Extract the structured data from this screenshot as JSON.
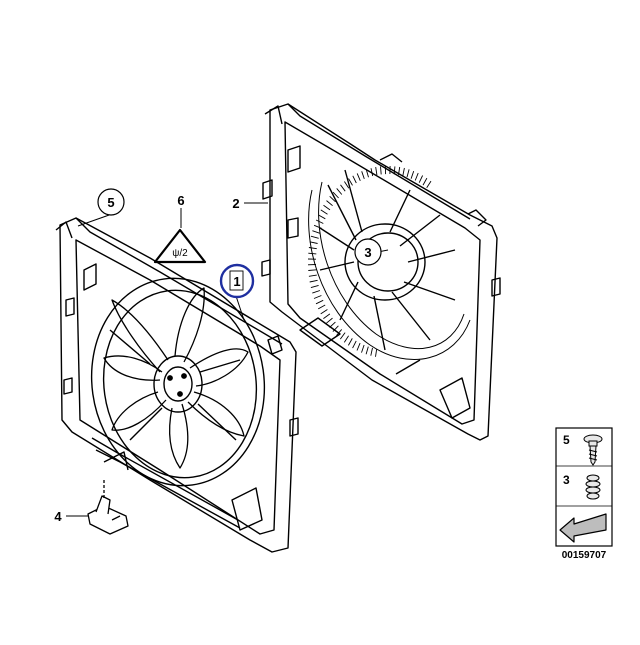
{
  "callouts": {
    "c1": "1",
    "c2": "2",
    "c3": "3",
    "c4": "4",
    "c5": "5",
    "c6": "6"
  },
  "warning_label": {
    "text": "ψ/2"
  },
  "legend": {
    "item5": "5",
    "item3": "3"
  },
  "diagram_id": "00159707",
  "colors": {
    "line": "#000000",
    "highlight": "#1f2fa0",
    "legend_fill": "#e8e8e8",
    "arrow_fill": "#bdbdbd"
  }
}
